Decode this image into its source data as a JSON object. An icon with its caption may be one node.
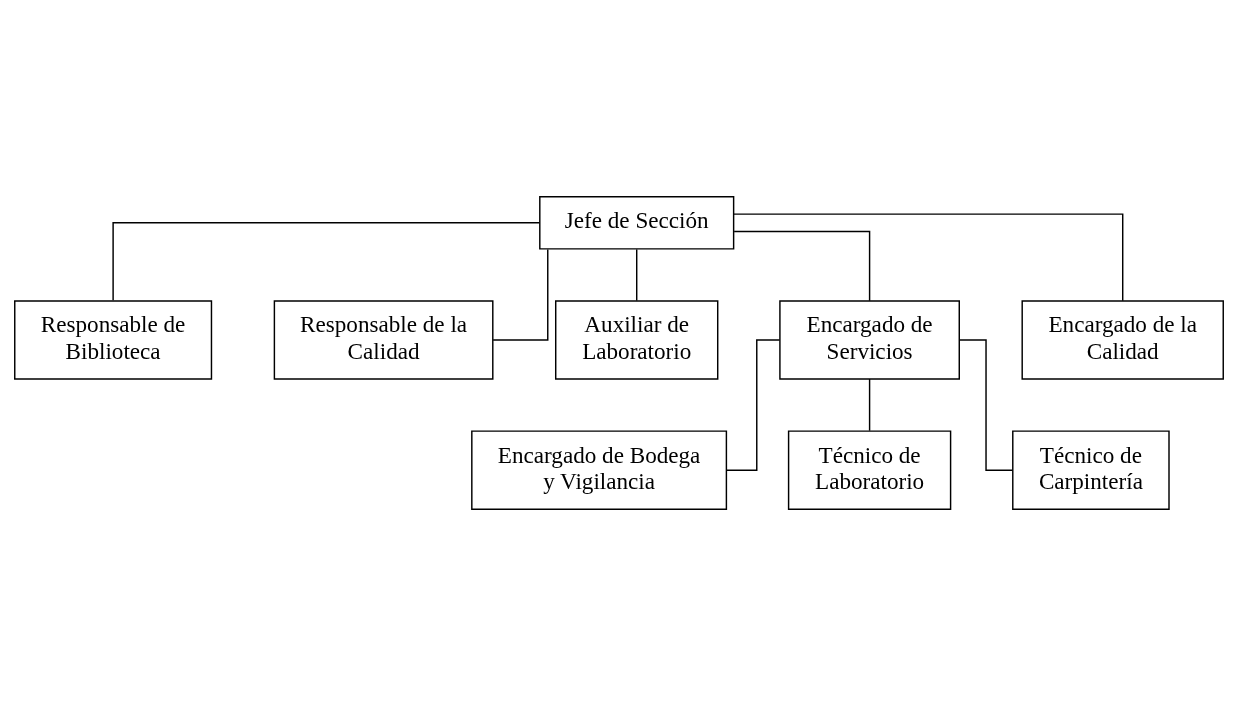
{
  "diagram": {
    "nodes": [
      {
        "text": [
          "Jefe de Sección"
        ]
      },
      {
        "text": [
          "Responsable de Biblioteca"
        ]
      },
      {
        "text": [
          "Responsable de la Calidad"
        ]
      },
      {
        "text": [
          "Auxiliar de Laboratorio"
        ]
      },
      {
        "text": [
          "Encargado de Servicios"
        ]
      },
      {
        "text": [
          "Encargado de la Calidad"
        ]
      },
      {
        "text": [
          "Encargado de Bodega y Vigilancia"
        ]
      },
      {
        "text": [
          "Técnico de Laboratorio"
        ]
      },
      {
        "text": [
          "Técnico de Carpintería"
        ]
      }
    ],
    "edges": [
      {
        "from": 0,
        "to": 1,
        "arrow": "none"
      },
      {
        "from": 0,
        "to": 2,
        "arrow": "none"
      },
      {
        "from": 0,
        "to": 3,
        "arrow": "none"
      },
      {
        "from": 0,
        "to": 4,
        "arrow": "none"
      },
      {
        "from": 0,
        "to": 5,
        "arrow": "none"
      },
      {
        "from": 4,
        "to": 6,
        "arrow": "none"
      },
      {
        "from": 4,
        "to": 7,
        "arrow": "none"
      },
      {
        "from": 4,
        "to": 8,
        "arrow": "none"
      }
    ]
  }
}
